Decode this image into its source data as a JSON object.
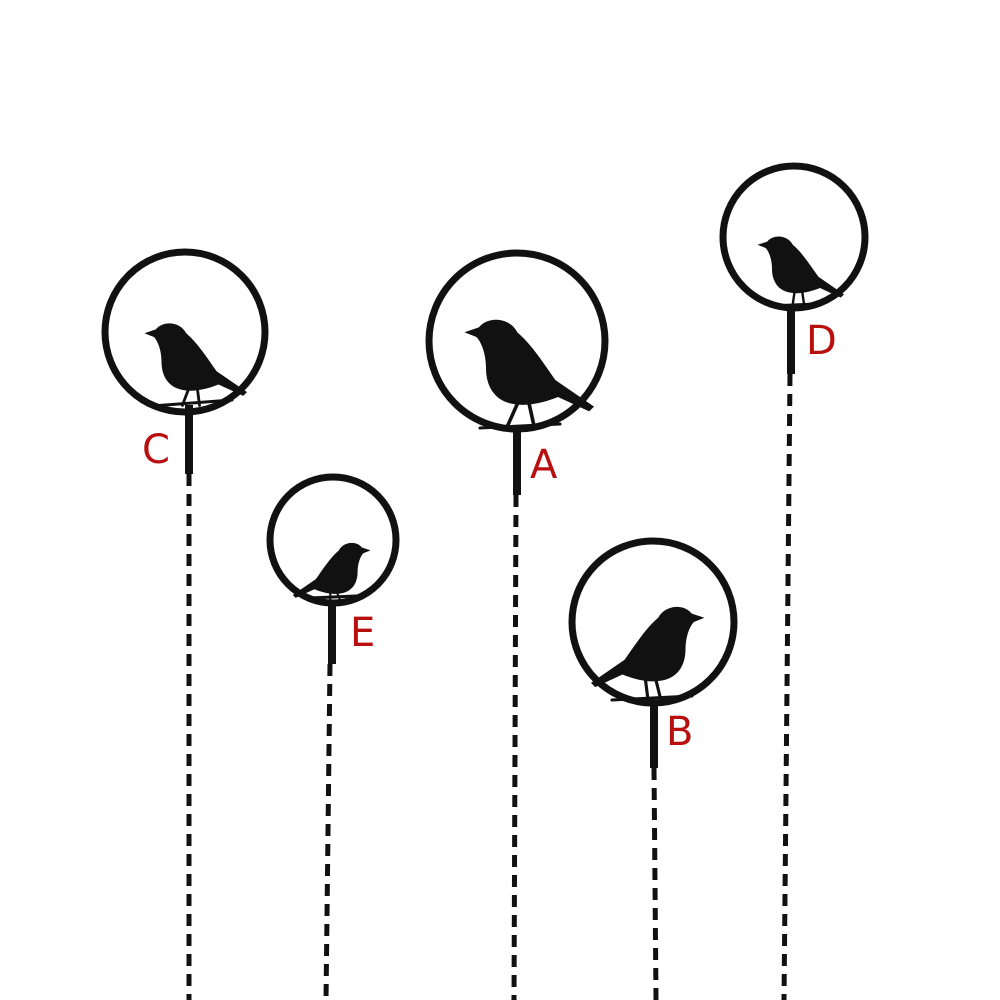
{
  "colors": {
    "silhouette": "#111111",
    "label": "#b80f0f",
    "background": "#ffffff"
  },
  "stakes": [
    {
      "label": "C",
      "icon": "bird-icon"
    },
    {
      "label": "E",
      "icon": "bird-icon"
    },
    {
      "label": "A",
      "icon": "bird-icon"
    },
    {
      "label": "B",
      "icon": "bird-icon"
    },
    {
      "label": "D",
      "icon": "bird-icon"
    }
  ]
}
